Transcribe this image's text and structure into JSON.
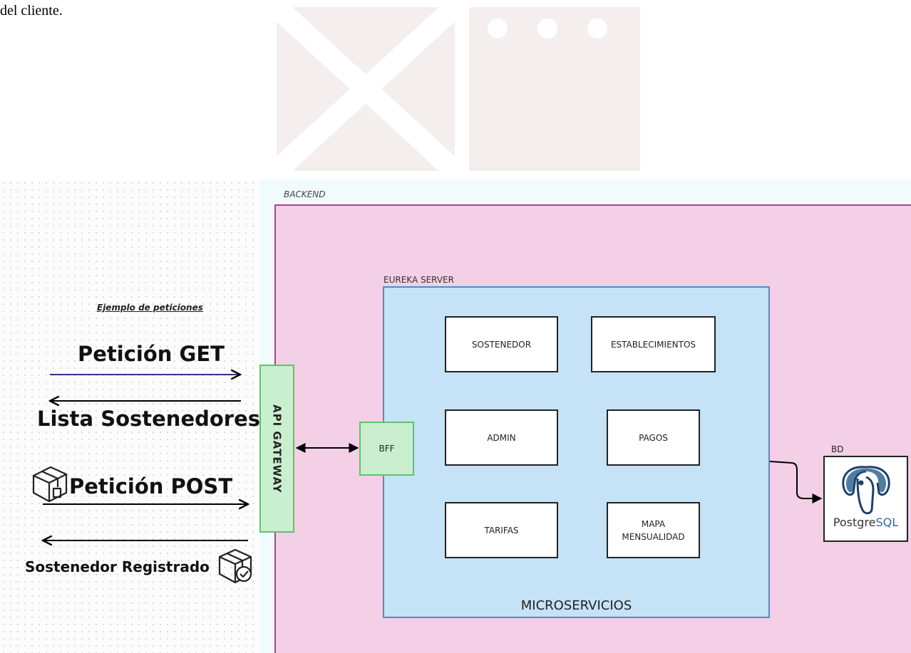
{
  "caption": "del cliente.",
  "backend": {
    "label": "BACKEND"
  },
  "eureka": {
    "label": "EUREKA SERVER",
    "footer": "MICROSERVICIOS"
  },
  "services": [
    {
      "name": "sostenedor",
      "label": "SOSTENEDOR"
    },
    {
      "name": "establecimientos",
      "label": "ESTABLECIMIENTOS"
    },
    {
      "name": "admin",
      "label": "ADMIN"
    },
    {
      "name": "pagos",
      "label": "PAGOS"
    },
    {
      "name": "tarifas",
      "label": "TARIFAS"
    },
    {
      "name": "mapa-mensualidad",
      "label": "MAPA\nMENSUALIDAD"
    }
  ],
  "api_gateway": {
    "label": "API GATEWAY"
  },
  "bff": {
    "label": "BFF"
  },
  "database": {
    "label": "BD",
    "logo_prefix": "Postgre",
    "logo_suffix": "SQL"
  },
  "requests": {
    "title": "Ejemplo de peticiones",
    "get_label": "Petición GET",
    "get_response": "Lista Sostenedores",
    "post_label": "Petición POST",
    "post_response": "Sostenedor Registrado"
  },
  "icons": {
    "post_icon": "package-icon",
    "registered_icon": "package-check-icon",
    "db_icon": "elephant-icon"
  },
  "colors": {
    "backend_fill": "#f3d0e6",
    "backend_border": "#b03f88",
    "eureka_fill": "#c5e2f6",
    "eureka_border": "#4f8dc7",
    "gateway_fill": "#c9efcf",
    "gateway_border": "#62c06e",
    "get_arrow": "#4a2a8a",
    "postgres_blue": "#336791"
  }
}
